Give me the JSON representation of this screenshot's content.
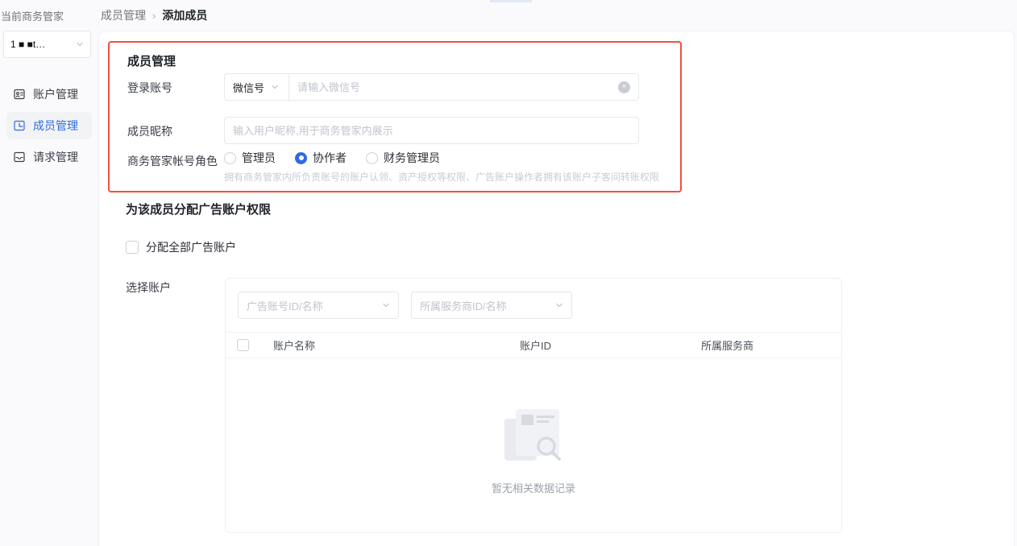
{
  "colors": {
    "accent_blue": "#2F6BE4",
    "highlight_border": "#F2503C",
    "active_item_bg": "#F2F3F5"
  },
  "sidebar": {
    "label": "当前商务管家",
    "account_selector": {
      "display": "1 ■  ■t…"
    },
    "items": [
      {
        "label": "账户管理",
        "active": false
      },
      {
        "label": "成员管理",
        "active": true
      },
      {
        "label": "请求管理",
        "active": false
      }
    ]
  },
  "breadcrumb": {
    "parent": "成员管理",
    "separator": "›",
    "current": "添加成员"
  },
  "member_form": {
    "title": "成员管理",
    "login_account": {
      "label": "登录账号",
      "type_selected": "微信号",
      "placeholder": "请输入微信号",
      "clear_icon": "×"
    },
    "nickname": {
      "label": "成员昵称",
      "placeholder": "输入用户昵称,用于商务管家内展示"
    },
    "role": {
      "label": "商务管家帐号角色",
      "options": [
        {
          "label": "管理员",
          "selected": false
        },
        {
          "label": "协作者",
          "selected": true
        },
        {
          "label": "财务管理员",
          "selected": false
        }
      ],
      "hint": "拥有商务管家内所负责账号的账户认领、资产授权等权限、广告账户操作者拥有该账户子客间转账权限"
    }
  },
  "assign_section": {
    "title": "为该成员分配广告账户权限",
    "assign_all": {
      "label": "分配全部广告账户",
      "checked": false
    },
    "select_account_label": "选择账户",
    "filters": [
      {
        "placeholder": "广告账号ID/名称"
      },
      {
        "placeholder": "所属服务商ID/名称"
      }
    ],
    "table": {
      "columns": [
        "账户名称",
        "账户ID",
        "所属服务商"
      ],
      "rows": [],
      "empty_text": "暂无相关数据记录"
    }
  }
}
